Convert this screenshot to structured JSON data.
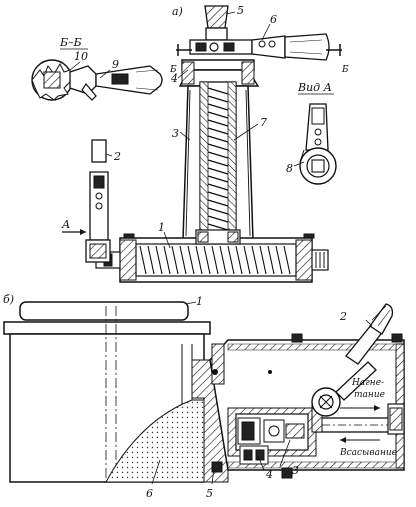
{
  "panel_a": {
    "panel_label": "а)",
    "section_label": "Б–Б",
    "view_label": "Вид А",
    "arrow_label": "А",
    "cut_mark": "Б",
    "parts": [
      "1",
      "2",
      "3",
      "4",
      "5",
      "6",
      "7",
      "8",
      "9",
      "10"
    ]
  },
  "panel_b": {
    "panel_label": "б)",
    "parts": [
      "1",
      "2",
      "3",
      "4",
      "5",
      "6"
    ],
    "pressure_label_1": "Нагне-",
    "pressure_label_2": "тание",
    "suction_label": "Всасывание"
  }
}
